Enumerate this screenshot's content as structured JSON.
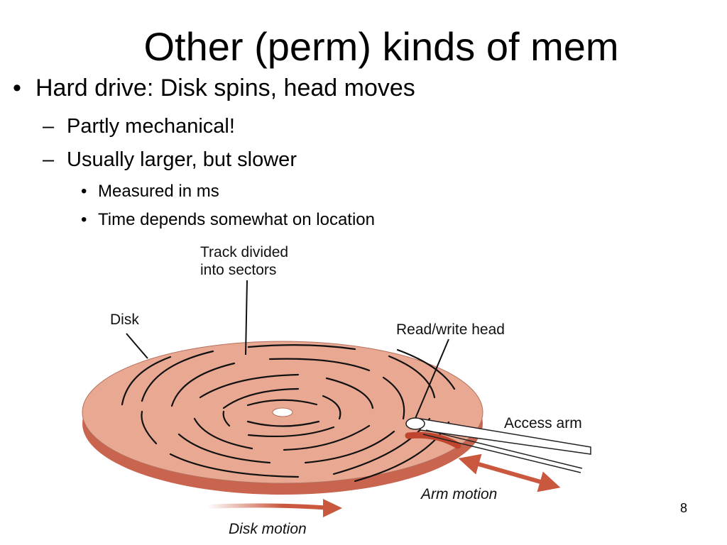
{
  "slide": {
    "title": "Other (perm) kinds of mem",
    "number": "8"
  },
  "bullets": [
    {
      "level": 1,
      "marker": "•",
      "text": "Hard drive: Disk spins, head moves"
    },
    {
      "level": 2,
      "marker": "–",
      "text": "Partly mechanical!"
    },
    {
      "level": 2,
      "marker": "–",
      "text": "Usually larger, but slower"
    },
    {
      "level": 3,
      "marker": "•",
      "text": "Measured in ms"
    },
    {
      "level": 3,
      "marker": "•",
      "text": "Time depends somewhat on location"
    }
  ],
  "diagram": {
    "labels": {
      "track": [
        "Track divided",
        "into sectors"
      ],
      "disk": "Disk",
      "head": "Read/write head",
      "arm": "Access arm",
      "arm_motion": "Arm motion",
      "disk_motion": "Disk motion"
    },
    "colors": {
      "platter_top": "#e8a892",
      "platter_edge": "#c9654f",
      "motion_arrow": "#c9583f",
      "line": "#111111"
    }
  }
}
